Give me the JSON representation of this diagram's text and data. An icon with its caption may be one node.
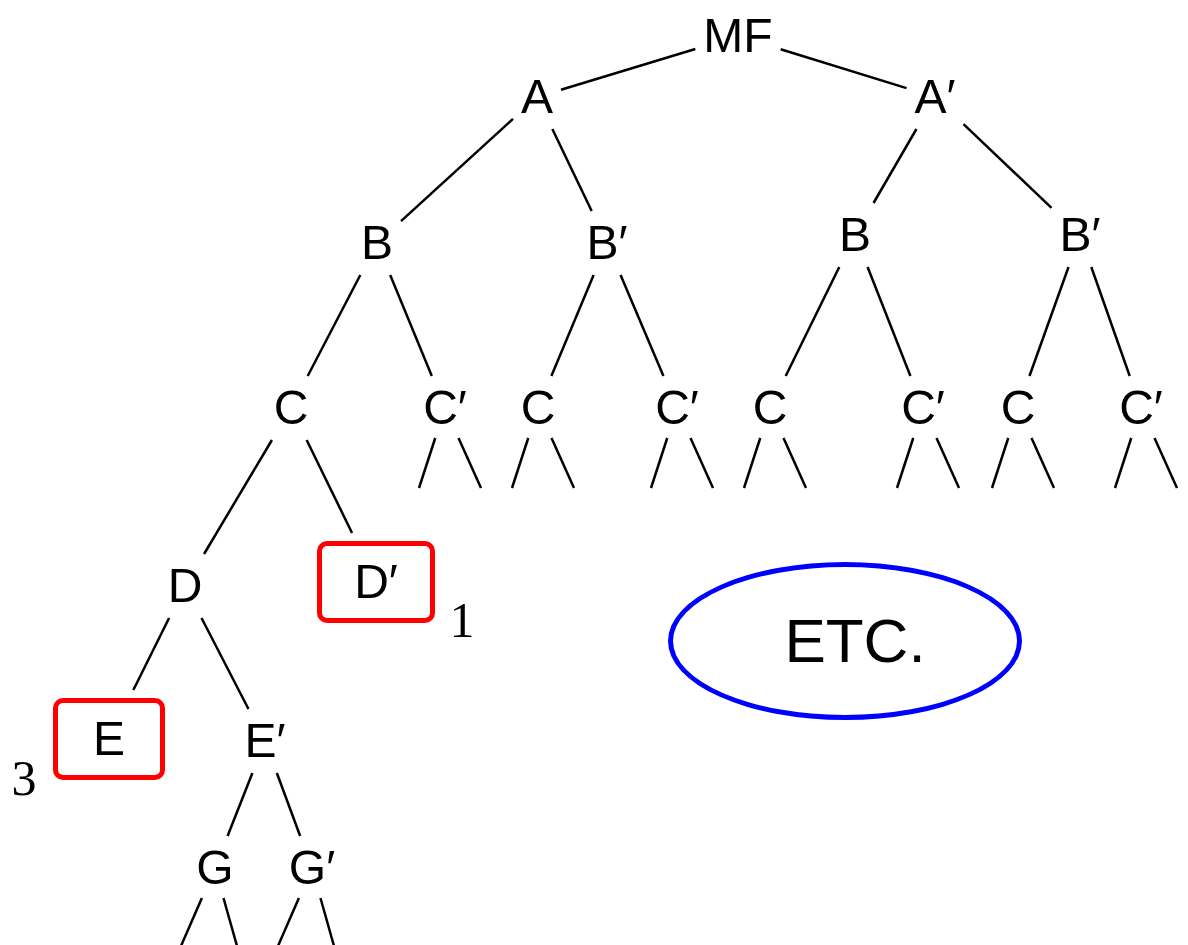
{
  "diagram": {
    "nodes": [
      {
        "text": [
          "MF"
        ]
      },
      {
        "text": [
          "A"
        ]
      },
      {
        "text": [
          "A′"
        ]
      },
      {
        "text": [
          "B"
        ]
      },
      {
        "text": [
          "B′"
        ]
      },
      {
        "text": [
          "B"
        ]
      },
      {
        "text": [
          "B′"
        ]
      },
      {
        "text": [
          "C"
        ]
      },
      {
        "text": [
          "C′"
        ]
      },
      {
        "text": [
          "C"
        ]
      },
      {
        "text": [
          "C′"
        ]
      },
      {
        "text": [
          "C"
        ]
      },
      {
        "text": [
          "C′"
        ]
      },
      {
        "text": [
          "C"
        ]
      },
      {
        "text": [
          "C′"
        ]
      },
      {
        "text": [
          "D"
        ]
      },
      {
        "text": [
          "D′"
        ],
        "beside": [
          "1"
        ]
      },
      {
        "text": [
          "E"
        ],
        "beside": [
          "3"
        ]
      },
      {
        "text": [
          "E′"
        ]
      },
      {
        "text": [
          "G"
        ]
      },
      {
        "text": [
          "G′"
        ]
      },
      {
        "text": [
          "ETC."
        ]
      }
    ],
    "edges": [
      {
        "from": 0,
        "to": 1,
        "arrow": "none"
      },
      {
        "from": 0,
        "to": 2,
        "arrow": "none"
      },
      {
        "from": 1,
        "to": 3,
        "arrow": "none"
      },
      {
        "from": 1,
        "to": 4,
        "arrow": "none"
      },
      {
        "from": 2,
        "to": 5,
        "arrow": "none"
      },
      {
        "from": 2,
        "to": 6,
        "arrow": "none"
      },
      {
        "from": 3,
        "to": 7,
        "arrow": "none"
      },
      {
        "from": 3,
        "to": 8,
        "arrow": "none"
      },
      {
        "from": 4,
        "to": 9,
        "arrow": "none"
      },
      {
        "from": 4,
        "to": 10,
        "arrow": "none"
      },
      {
        "from": 5,
        "to": 11,
        "arrow": "none"
      },
      {
        "from": 5,
        "to": 12,
        "arrow": "none"
      },
      {
        "from": 6,
        "to": 13,
        "arrow": "none"
      },
      {
        "from": 6,
        "to": 14,
        "arrow": "none"
      },
      {
        "from": 7,
        "to": 15,
        "arrow": "none"
      },
      {
        "from": 7,
        "to": 16,
        "arrow": "none"
      },
      {
        "from": 15,
        "to": 17,
        "arrow": "none"
      },
      {
        "from": 15,
        "to": 18,
        "arrow": "none"
      },
      {
        "from": 18,
        "to": 19,
        "arrow": "none"
      },
      {
        "from": 18,
        "to": 20,
        "arrow": "none"
      },
      {
        "from": 8,
        "to": null,
        "arrow": "none"
      },
      {
        "from": 8,
        "to": null,
        "arrow": "none"
      },
      {
        "from": 9,
        "to": null,
        "arrow": "none"
      },
      {
        "from": 9,
        "to": null,
        "arrow": "none"
      },
      {
        "from": 10,
        "to": null,
        "arrow": "none"
      },
      {
        "from": 10,
        "to": null,
        "arrow": "none"
      },
      {
        "from": 11,
        "to": null,
        "arrow": "none"
      },
      {
        "from": 11,
        "to": null,
        "arrow": "none"
      },
      {
        "from": 12,
        "to": null,
        "arrow": "none"
      },
      {
        "from": 12,
        "to": null,
        "arrow": "none"
      },
      {
        "from": 13,
        "to": null,
        "arrow": "none"
      },
      {
        "from": 13,
        "to": null,
        "arrow": "none"
      },
      {
        "from": 14,
        "to": null,
        "arrow": "none"
      },
      {
        "from": 14,
        "to": null,
        "arrow": "none"
      },
      {
        "from": 19,
        "to": null,
        "arrow": "none"
      },
      {
        "from": 19,
        "to": null,
        "arrow": "none"
      },
      {
        "from": 20,
        "to": null,
        "arrow": "none"
      },
      {
        "from": 20,
        "to": null,
        "arrow": "none"
      }
    ]
  }
}
